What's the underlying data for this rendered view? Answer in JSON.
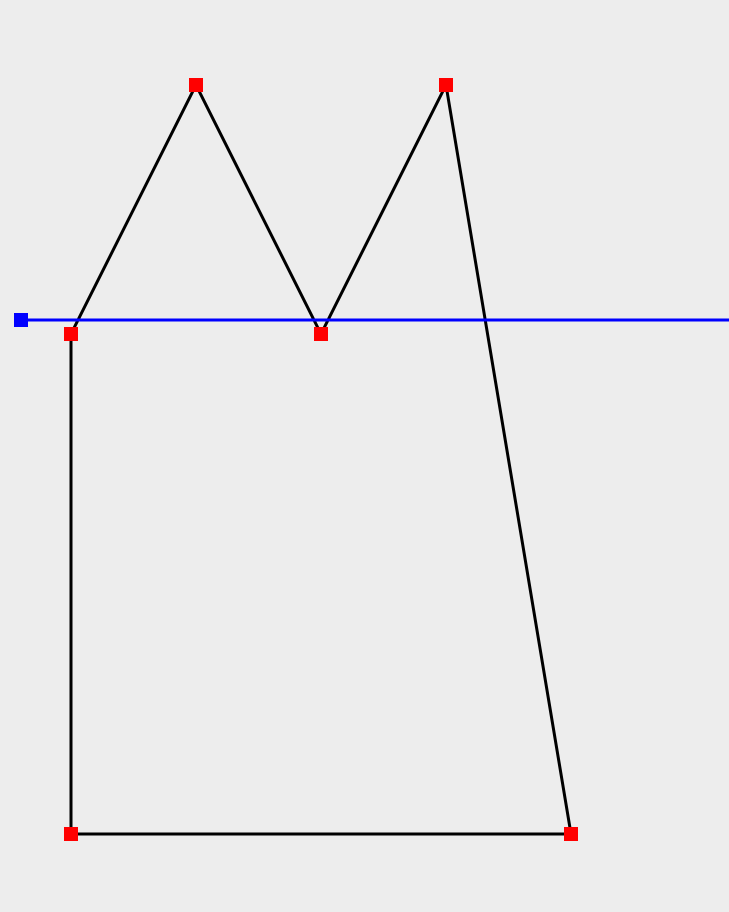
{
  "canvas": {
    "background": "#ededed"
  },
  "polygon": {
    "edge_color": "#000000",
    "vertex_color": "#ff0000",
    "vertex_icon": "square-handle"
  },
  "guide": {
    "orientation": "horizontal",
    "line_color": "#0000ff",
    "handle_color": "#0000ff",
    "handle_icon": "square-handle"
  }
}
